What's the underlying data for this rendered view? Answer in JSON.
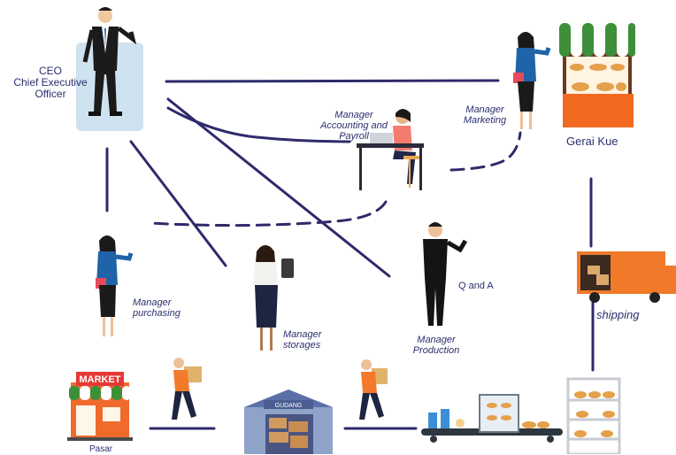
{
  "labels": {
    "ceo": [
      "CEO",
      "Chief Executive",
      "Officer"
    ],
    "accounting": [
      "Manager",
      "Accounting and",
      "Payroll"
    ],
    "marketing": [
      "Manager",
      "Marketing"
    ],
    "shop": "Gerai Kue",
    "purchasing": [
      "Manager",
      "purchasing"
    ],
    "storages": [
      "Manager",
      "storages"
    ],
    "qa": "Q and A",
    "production": [
      "Manager",
      "Production"
    ],
    "shipping": "shipping",
    "market_sign": "MARKET",
    "warehouse_sign": "GUDANG",
    "pasar": "Pasar"
  },
  "colors": {
    "line": "#2e2a6b",
    "ceo_box": "#cfe2f0",
    "blue_shirt": "#1f63a8",
    "awning_green": "#3e8f3a",
    "orange": "#f26a21",
    "truck": "#f07a2a",
    "bread": "#e4a04a"
  },
  "icons": [
    "ceo-figure-icon",
    "accountant-desk-icon",
    "marketing-woman-icon",
    "cake-shop-icon",
    "purchasing-woman-icon",
    "storage-woman-tablet-icon",
    "production-man-icon",
    "delivery-truck-icon",
    "market-store-icon",
    "porter-with-box-icon",
    "warehouse-icon",
    "conveyor-factory-icon",
    "bread-rack-icon"
  ]
}
